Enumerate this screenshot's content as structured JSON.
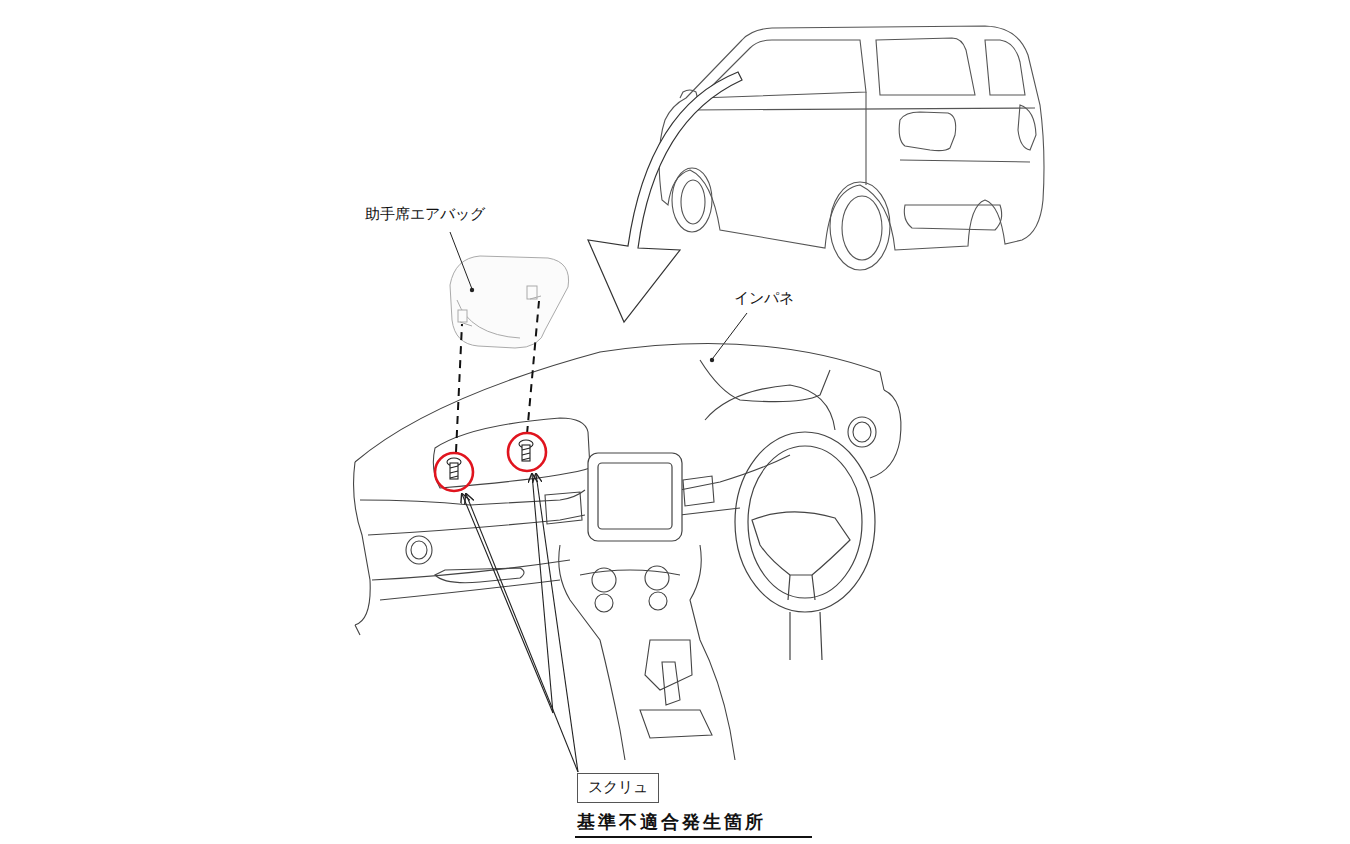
{
  "diagram": {
    "nodes": [
      {
        "text": [
          "スクリュ"
        ]
      }
    ],
    "labels": [
      "助手席エアバッグ",
      "インパネ",
      "基準不適合発生箇所"
    ]
  }
}
